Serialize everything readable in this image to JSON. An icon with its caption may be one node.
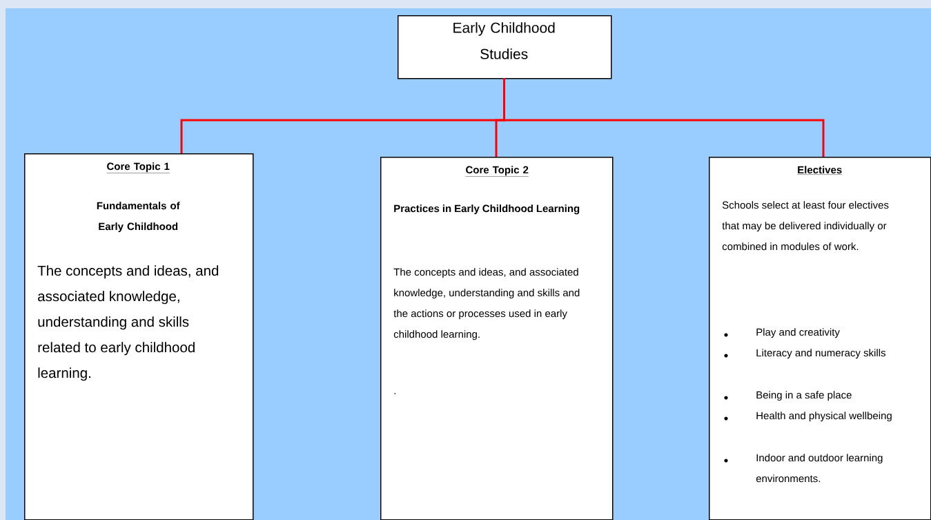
{
  "diagram": {
    "nodes": [
      {
        "text": [
          "Early Childhood Studies"
        ]
      },
      {
        "text": [
          "Core Topic 1",
          "Fundamentals of Early Childhood",
          "The concepts and ideas, and associated knowledge, understanding and skills related to early childhood learning."
        ]
      },
      {
        "text": [
          "Core Topic 2",
          "Practices in Early Childhood Learning",
          "The concepts and ideas, and associated knowledge, understanding and skills and the actions or processes used in early childhood learning.",
          "."
        ]
      },
      {
        "text": [
          "Electives",
          "Schools select at least four electives that may be delivered individually or combined in modules of work.",
          "Play and creativity",
          "Literacy and numeracy skills",
          "Being in a safe place",
          "Health and physical wellbeing",
          "Indoor and outdoor learning environments."
        ]
      }
    ],
    "edges": [
      {
        "from": 0,
        "to": 1,
        "arrow": "none",
        "color": "#ff0000"
      },
      {
        "from": 0,
        "to": 2,
        "arrow": "none",
        "color": "#ff0000"
      },
      {
        "from": 0,
        "to": 3,
        "arrow": "none",
        "color": "#ff0000"
      }
    ]
  }
}
